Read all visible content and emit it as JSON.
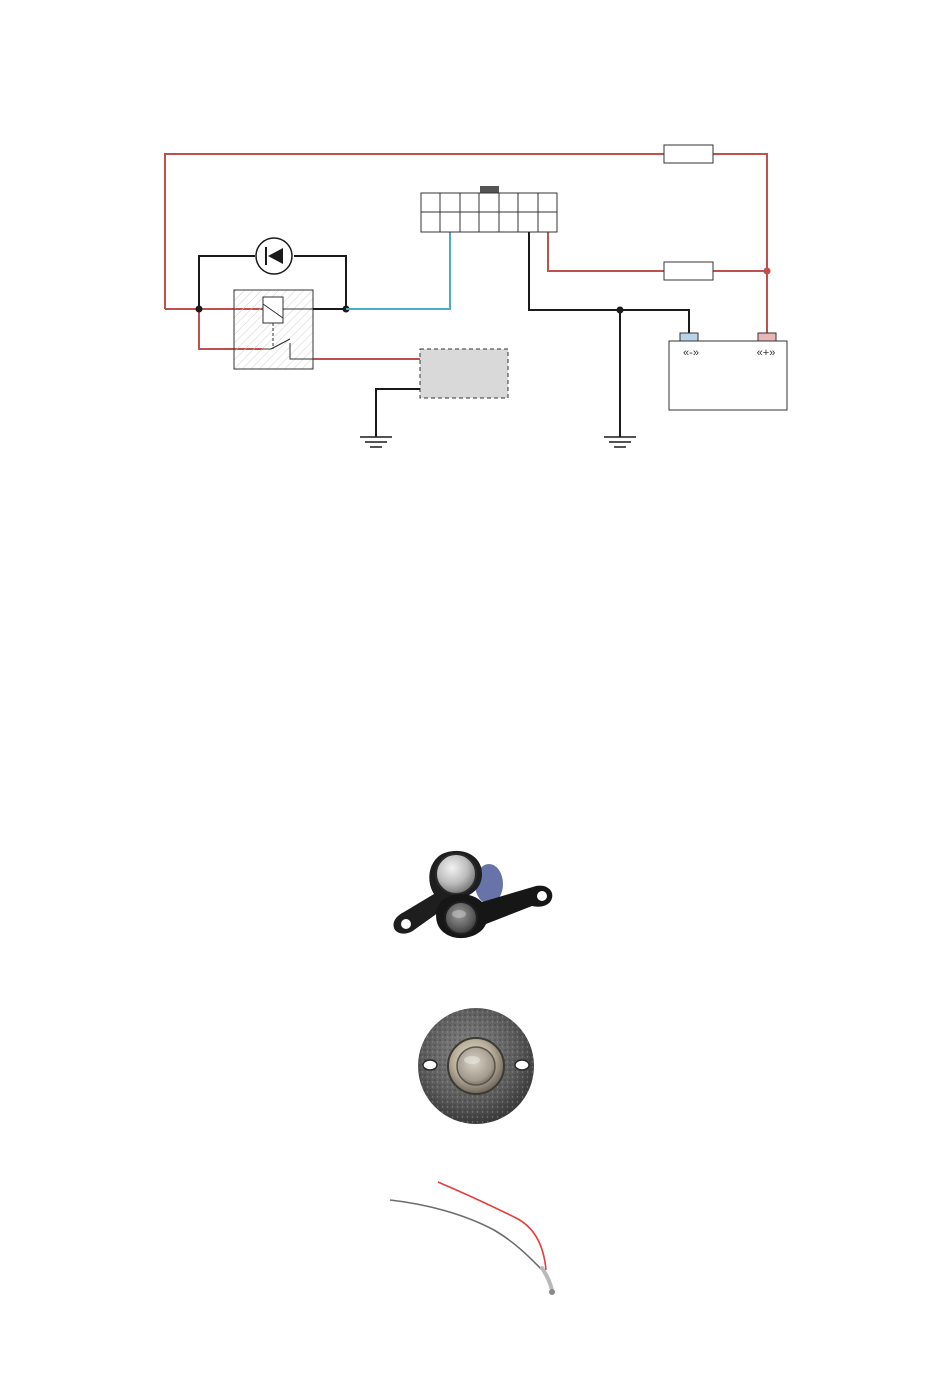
{
  "colors": {
    "power_wire": "#c0504d",
    "signal_wire": "#4bacc6",
    "ground_wire": "#1a1a1a",
    "battery_neg_terminal": "#b8d4e8",
    "battery_pos_terminal": "#e8b8b8",
    "module_fill": "#d9d9d9"
  },
  "battery": {
    "negative_label": "«-»",
    "positive_label": "«+»"
  },
  "photos": [
    {
      "name": "ibutton-key-fobs"
    },
    {
      "name": "ibutton-reader-contact"
    },
    {
      "name": "sensor-cable-with-probe"
    }
  ]
}
